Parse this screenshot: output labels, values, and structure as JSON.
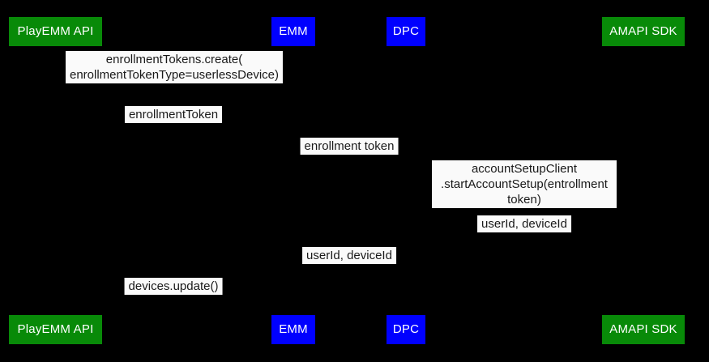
{
  "diagram": {
    "type": "sequence",
    "background": "#000000",
    "colors": {
      "actor_green": "#088a08",
      "actor_blue": "#0000ff",
      "actor_text": "#ffffff",
      "label_bg": "#fafafa",
      "label_text": "#1a1a1a"
    },
    "actors": [
      {
        "label": "PlayEMM API",
        "color": "green"
      },
      {
        "label": "EMM",
        "color": "blue"
      },
      {
        "label": "DPC",
        "color": "blue"
      },
      {
        "label": "AMAPI SDK",
        "color": "green"
      }
    ],
    "messages": [
      {
        "from": "EMM",
        "to": "PlayEMM API",
        "label": "enrollmentTokens.create(\nenrollmentTokenType=userlessDevice)"
      },
      {
        "from": "PlayEMM API",
        "to": "EMM",
        "label": "enrollmentToken"
      },
      {
        "from": "EMM",
        "to": "DPC",
        "label": "enrollment token"
      },
      {
        "from": "DPC",
        "to": "AMAPI SDK",
        "label": "accountSetupClient\n.startAccountSetup(entrollment token)"
      },
      {
        "from": "AMAPI SDK",
        "to": "DPC",
        "label": "userId, deviceId"
      },
      {
        "from": "DPC",
        "to": "EMM",
        "label": "userId, deviceId"
      },
      {
        "from": "EMM",
        "to": "PlayEMM API",
        "label": "devices.update()"
      }
    ]
  }
}
